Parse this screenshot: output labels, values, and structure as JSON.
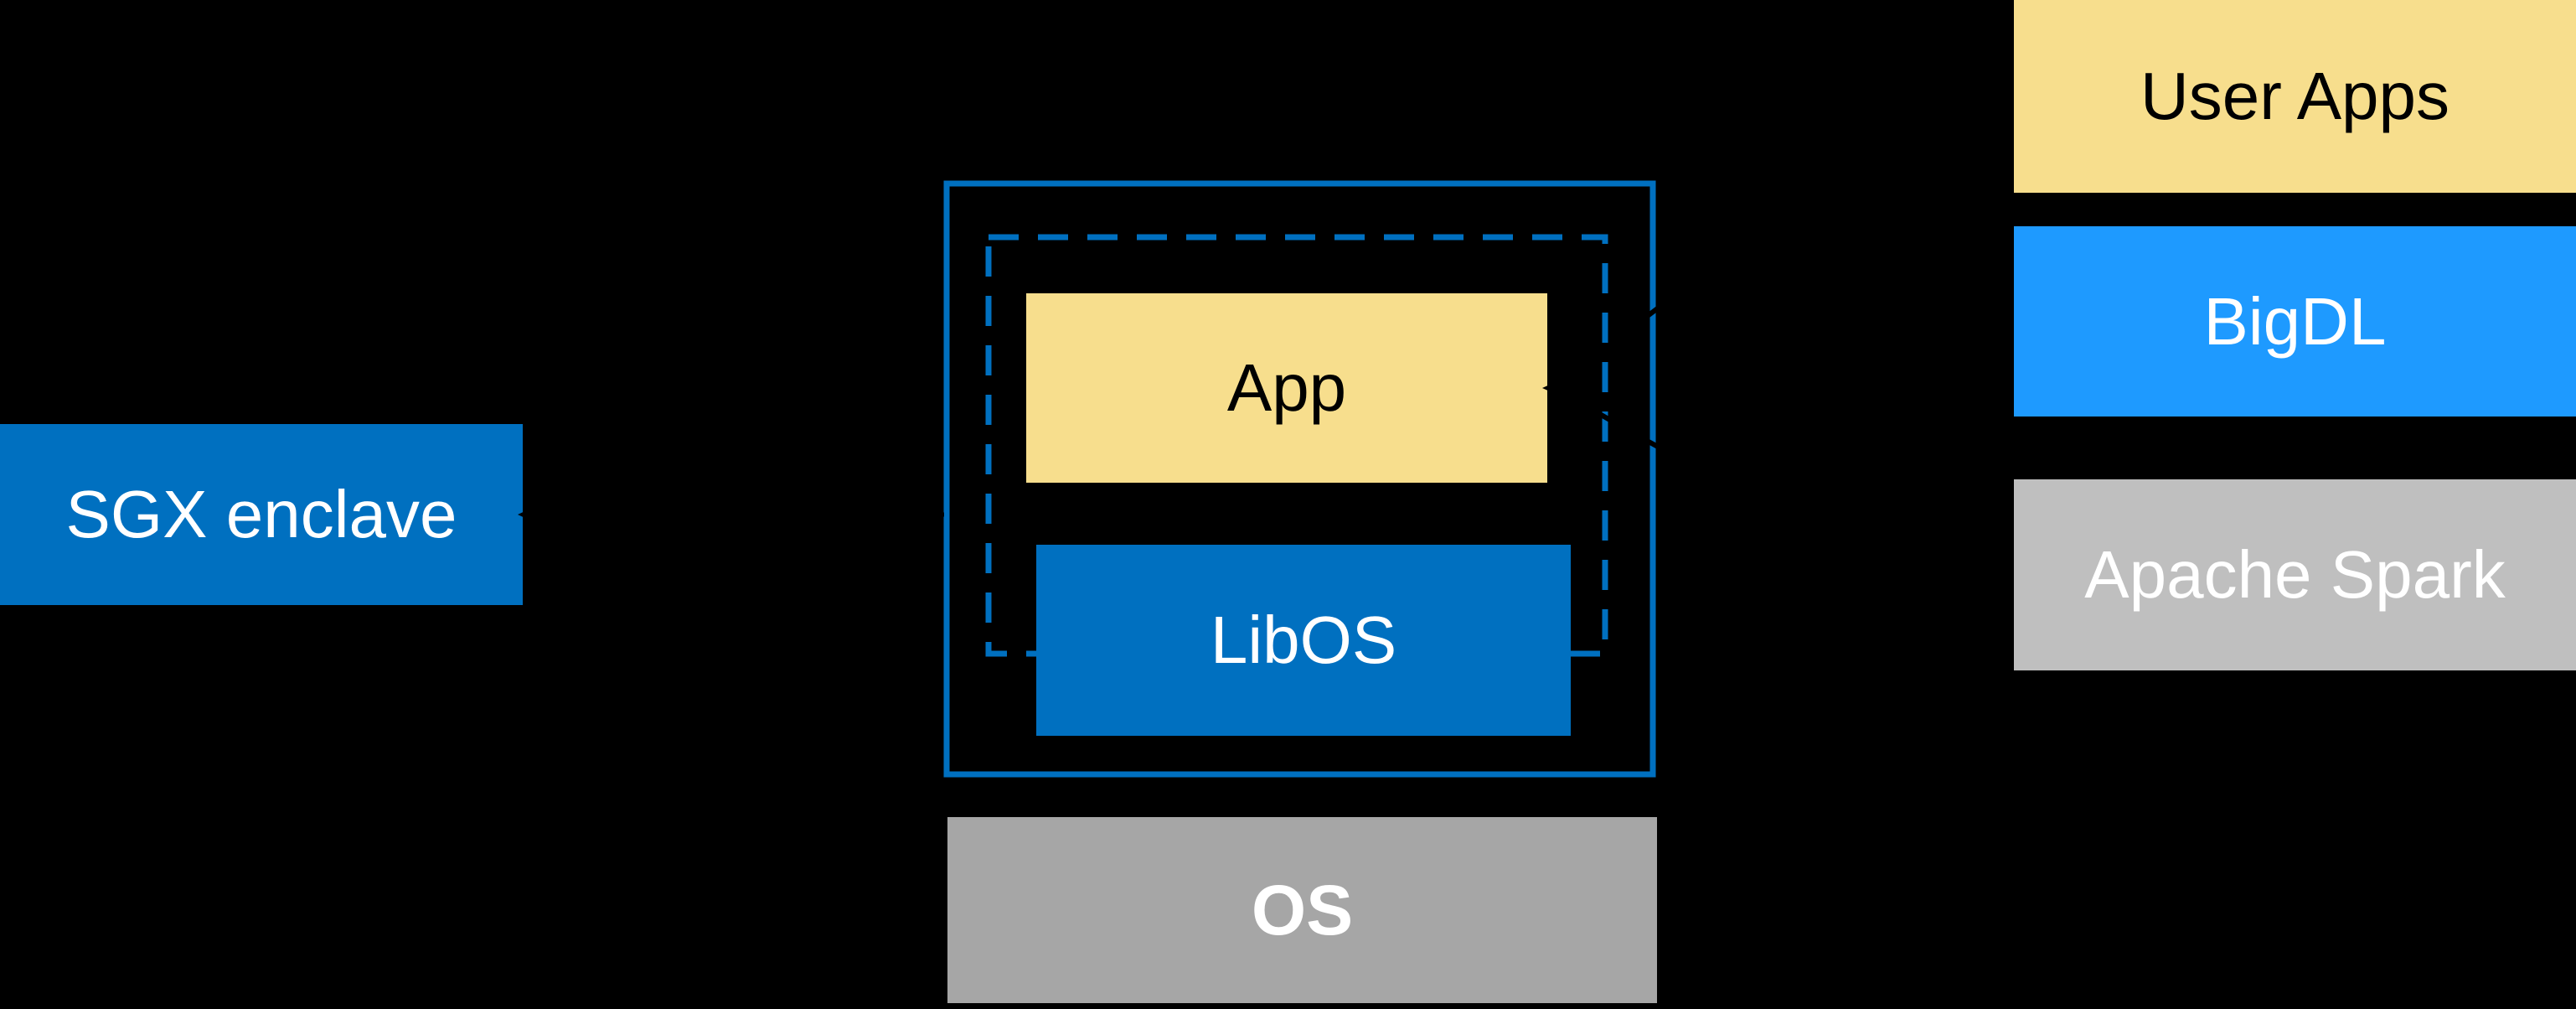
{
  "diagram": {
    "title": "SGX enclave LibOS architecture diagram",
    "background": "#000000",
    "labels": {
      "sgx_enclave": "SGX enclave",
      "app": "App",
      "libos": "LibOS",
      "os": "OS",
      "user_apps": "User Apps",
      "bigdl": "BigDL",
      "apache_spark": "Apache Spark"
    },
    "colors": {
      "intel_blue": "#0070C0",
      "bright_blue": "#1E9AFF",
      "yellow": "#F7DE8D",
      "gray_os": "#A6A6A6",
      "gray_spark": "#BFBFBF",
      "arrow_black": "#000000",
      "text_light": "#ffffff",
      "text_dark": "#000000"
    },
    "relations": [
      {
        "name": "enclave-label-arrow",
        "from": "enclave-boundary-box",
        "to": "sgx-enclave-label",
        "style": "straight-black-arrow"
      },
      {
        "name": "stack-to-app-arrow",
        "from": "right-stack (User Apps / BigDL / Apache Spark)",
        "to": "app-box",
        "style": "hand-drawn converging black arrow"
      }
    ],
    "structure_notes": {
      "enclave_outer_border": "solid blue rectangle",
      "enclave_inner_border": "dashed blue rectangle, bottom edge passes behind LibOS box",
      "os_position": "below enclave boundary box",
      "right_stack_order": [
        "User Apps",
        "BigDL",
        "Apache Spark"
      ]
    }
  }
}
